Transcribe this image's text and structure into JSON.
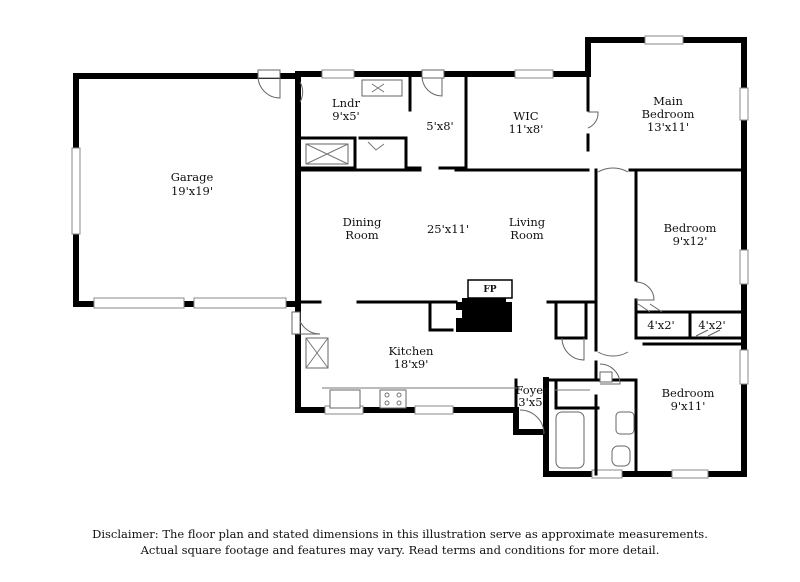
{
  "rooms": {
    "garage": {
      "name": "Garage",
      "dim": "19'x19'"
    },
    "laundry": {
      "name": "Lndr",
      "dim": "9'x5'"
    },
    "hall": {
      "dim": "5'x8'"
    },
    "wic": {
      "name": "WIC",
      "dim": "11'x8'"
    },
    "main_bedroom": {
      "name1": "Main",
      "name2": "Bedroom",
      "dim": "13'x11'"
    },
    "dining": {
      "name1": "Dining",
      "name2": "Room"
    },
    "living_dim": {
      "dim": "25'x11'"
    },
    "living": {
      "name1": "Living",
      "name2": "Room"
    },
    "bedroom2": {
      "name": "Bedroom",
      "dim": "9'x12'"
    },
    "fireplace": {
      "label": "FP"
    },
    "kitchen": {
      "name": "Kitchen",
      "dim": "18'x9'"
    },
    "closet1": {
      "dim": "4'x2'"
    },
    "closet2": {
      "dim": "4'x2'"
    },
    "foyer": {
      "name": "Foyer",
      "dim": "3'x5'"
    },
    "bedroom3": {
      "name": "Bedroom",
      "dim": "9'x11'"
    }
  },
  "disclaimer": {
    "line1": "Disclaimer: The floor plan and stated dimensions in this illustration serve as approximate measurements.",
    "line2": "Actual square footage and features may vary. Read terms and conditions for more detail."
  }
}
